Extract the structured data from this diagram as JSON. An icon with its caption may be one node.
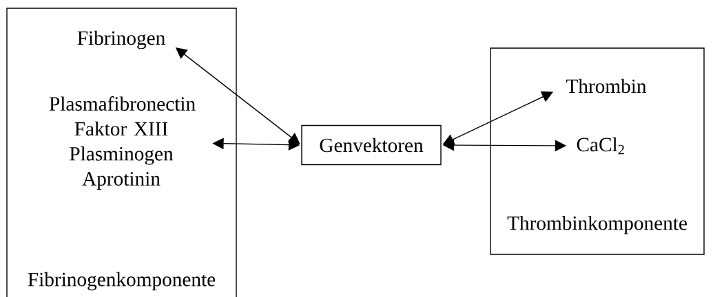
{
  "diagram": {
    "nodes": [
      {
        "text": [
          "Fibrinogenkomponente"
        ]
      },
      {
        "text": [
          "Fibrinogen"
        ],
        "in": 0
      },
      {
        "text": [
          "Plasmafibronectin Faktor XIII Plasminogen Aprotinin"
        ],
        "in": 0
      },
      {
        "text": [
          "Genvektoren"
        ]
      },
      {
        "text": [
          "Thrombinkomponente"
        ]
      },
      {
        "text": [
          "Thrombin"
        ],
        "in": 4
      },
      {
        "text": [
          "CaCl$_{2}$"
        ],
        "in": 4
      }
    ],
    "edges": [
      {
        "from": 1,
        "to": 3,
        "arrow": "both"
      },
      {
        "from": 2,
        "to": 3,
        "arrow": "both"
      },
      {
        "from": 3,
        "to": 5,
        "arrow": "both"
      },
      {
        "from": 3,
        "to": 6,
        "arrow": "both"
      }
    ]
  }
}
